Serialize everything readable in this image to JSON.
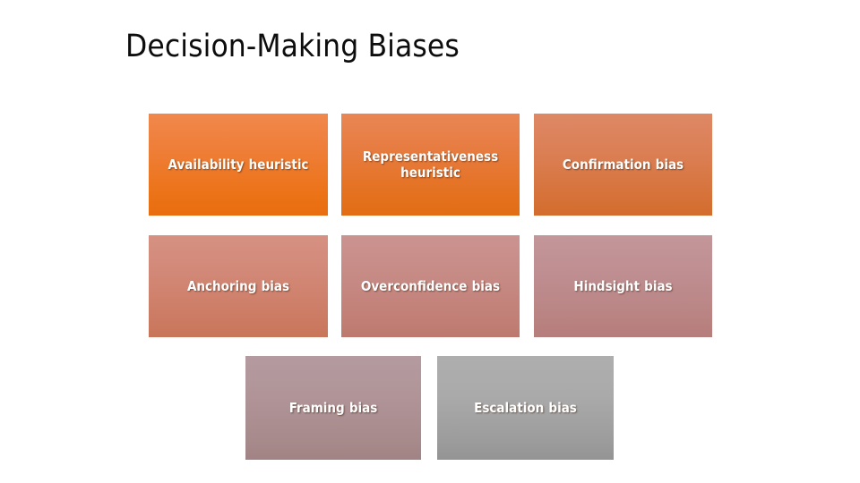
{
  "slide": {
    "title": "Decision-Making Biases",
    "background_color": "#FFFFFF",
    "title_color": "#0D0D0D"
  },
  "diagram": {
    "type": "matrix-tiles",
    "layout": "3-3-2",
    "tiles": [
      {
        "id": "availability-heuristic",
        "label": "Availability heuristic",
        "row": 1,
        "column": 1,
        "gradient_top": "#F1884C",
        "gradient_bottom": "#E96D10"
      },
      {
        "id": "representativeness-heuristic",
        "label": "Representativeness heuristic",
        "row": 1,
        "column": 2,
        "gradient_top": "#E98654",
        "gradient_bottom": "#E26D15"
      },
      {
        "id": "confirmation-bias",
        "label": "Confirmation bias",
        "row": 1,
        "column": 3,
        "gradient_top": "#DE8865",
        "gradient_bottom": "#D36C2C"
      },
      {
        "id": "anchoring-bias",
        "label": "Anchoring bias",
        "row": 2,
        "column": 1,
        "gradient_top": "#D69182",
        "gradient_bottom": "#C87559"
      },
      {
        "id": "overconfidence-bias",
        "label": "Overconfidence bias",
        "row": 2,
        "column": 2,
        "gradient_top": "#CB9390",
        "gradient_bottom": "#BD796D"
      },
      {
        "id": "hindsight-bias",
        "label": "Hindsight bias",
        "row": 2,
        "column": 3,
        "gradient_top": "#C3969A",
        "gradient_bottom": "#B57D7B"
      },
      {
        "id": "framing-bias",
        "label": "Framing bias",
        "row": 3,
        "column": 1,
        "gradient_top": "#B49BA0",
        "gradient_bottom": "#A28385"
      },
      {
        "id": "escalation-bias",
        "label": "Escalation bias",
        "row": 3,
        "column": 2,
        "gradient_top": "#AEAEAE",
        "gradient_bottom": "#949494"
      }
    ],
    "label_color": "#FFFFFF"
  }
}
